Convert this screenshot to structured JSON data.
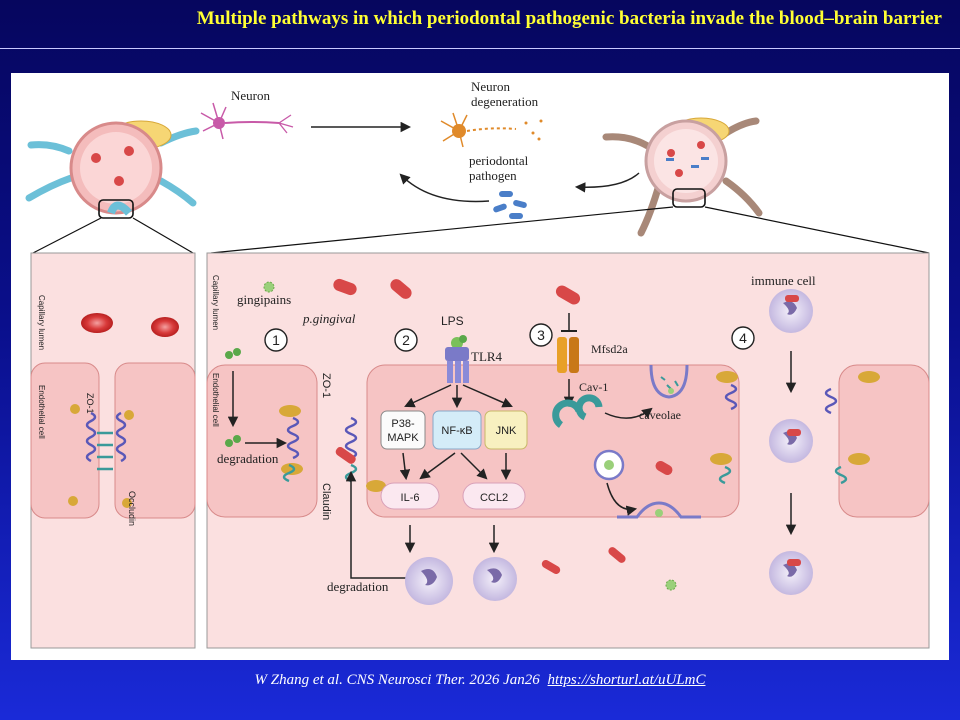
{
  "title": "Multiple pathways in which periodontal pathogenic bacteria invade the blood–brain barrier",
  "citation": {
    "text": "W Zhang et al. CNS Neurosci Ther. 2026 Jan26",
    "link": "https://shorturl.at/uULmC"
  },
  "diagram": {
    "top": {
      "neuron": "Neuron",
      "neuron_degeneration_1": "Neuron",
      "neuron_degeneration_2": "degeneration",
      "pathogen_1": "periodontal",
      "pathogen_2": "pathogen"
    },
    "left_panel": {
      "capillary_lumen": "Capillary lumen",
      "endothelial_cell": "Endothelial cell",
      "zo1": "ZO-1",
      "occludin": "Occludin"
    },
    "main_panel": {
      "capillary_lumen": "Capillary lumen",
      "endothelial_cell": "Endothelial cell",
      "gingipains": "gingipains",
      "p_gingival": "p.gingival",
      "degradation_1": "degradation",
      "zo1": "ZO-1",
      "claudin": "Claudin",
      "degradation_2": "degradation",
      "lps": "LPS",
      "tlr4": "TLR4",
      "p38_1": "P38-",
      "p38_2": "MAPK",
      "nfkb": "NF-κB",
      "jnk": "JNK",
      "il6": "IL-6",
      "ccl2": "CCL2",
      "mfsd2a": "Mfsd2a",
      "cav1": "Cav-1",
      "caveolae": "caveolae",
      "immune_cell": "immune cell",
      "step_1": "1",
      "step_2": "2",
      "step_3": "3",
      "step_4": "4"
    }
  }
}
